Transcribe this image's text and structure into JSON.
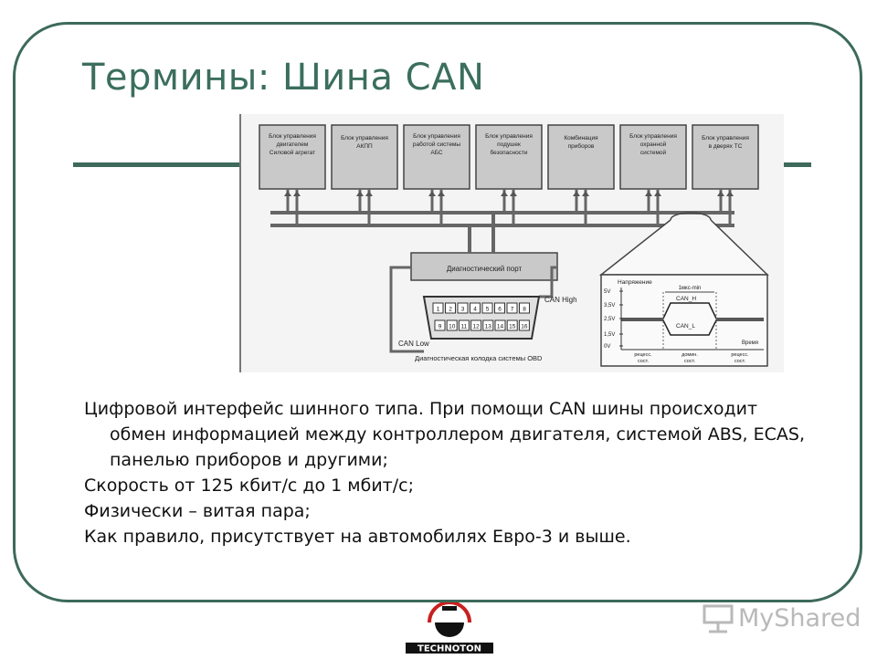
{
  "slide": {
    "title": "Термины: Шина CAN",
    "paragraphs": [
      "Цифровой интерфейс шинного типа. При помощи CAN шины происходит обмен информацией между контроллером двигателя, системой ABS, ECAS, панелью приборов и другими;",
      "Скорость от 125 кбит/с до 1 мбит/с;",
      "Физически – витая пара;",
      "Как правило, присутствует на автомобилях Евро-3 и выше."
    ]
  },
  "diagram": {
    "units": [
      [
        "Блок управления",
        "двигателем",
        "Силовой агрегат"
      ],
      [
        "Блок управления",
        "АКПП"
      ],
      [
        "Блок управления",
        "работой системы",
        "АБС"
      ],
      [
        "Блок управления",
        "подушек",
        "безопасности"
      ],
      [
        "Комбинация",
        "приборов"
      ],
      [
        "Блок управления",
        "охранной",
        "системой"
      ],
      [
        "Блок управления",
        "в дверях ТС"
      ]
    ],
    "diag_port": "Диагностический порт",
    "can_high": "CAN High",
    "can_low": "CAN Low",
    "connector_caption": "Диагностическая колодка системы OBD",
    "pins_top": [
      "1",
      "2",
      "3",
      "4",
      "5",
      "6",
      "7",
      "8"
    ],
    "pins_bottom": [
      "9",
      "10",
      "11",
      "12",
      "13",
      "14",
      "15",
      "16"
    ],
    "scope": {
      "voltage_label": "Напряжение",
      "time_label": "Время",
      "levels": [
        "5V",
        "3,5V",
        "2,5V",
        "1,5V",
        "0V"
      ],
      "period": "1мкс-min",
      "can_h": "CAN_H",
      "can_l": "CAN_L",
      "states": [
        [
          "рецесс.",
          "сост."
        ],
        [
          "домин.",
          "сост."
        ],
        [
          "рецесс.",
          "сост."
        ]
      ]
    }
  },
  "footer": {
    "logo_text": "TECHNOTON",
    "watermark": "MyShared"
  },
  "colors": {
    "accent": "#3d6a5b",
    "title": "#3b6e5e"
  }
}
